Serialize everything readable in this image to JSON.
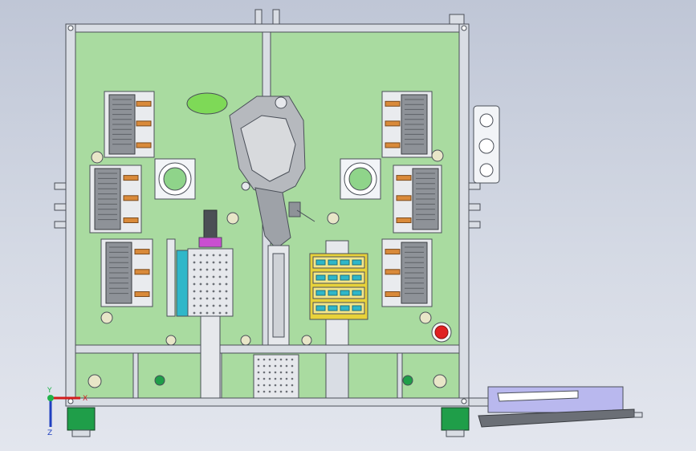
{
  "viewport": {
    "background_top": "#bfc6d6",
    "background_bottom": "#e3e6ee"
  },
  "colors": {
    "plate": "#a9dba0",
    "frame": "#d9dde4",
    "frame_edge": "#4a4f58",
    "module_body": "#8e9298",
    "connector": "#d98a3a",
    "fixture_blue": "#2fb7c9",
    "fixture_yellow": "#e8d23a",
    "oval_green": "#7ed957",
    "red_button": "#e02020",
    "foot_green": "#1f9e49",
    "tray_purple": "#b9b8ee"
  },
  "axis_triad": {
    "x_label": "X",
    "y_label": "Y",
    "z_label": "Z"
  }
}
